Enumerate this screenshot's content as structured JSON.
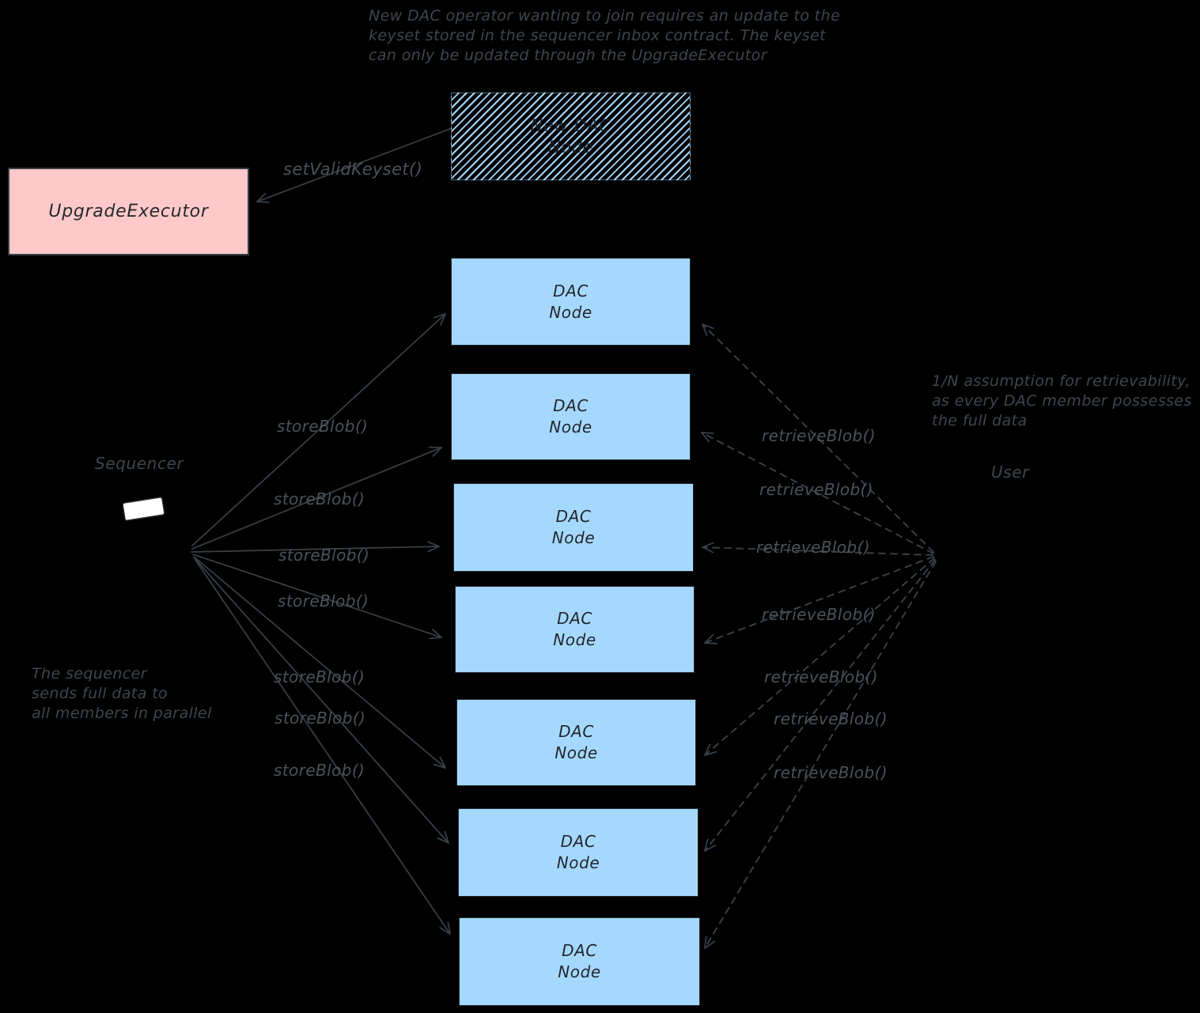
{
  "colors": {
    "background": "#000000",
    "dac_node_fill": "#a5d8ff",
    "new_dac_node_hatch": "#a5d8ff",
    "upgrade_executor_fill": "#ffc9c9",
    "sequencer_shape_fill": "#ffffff",
    "arrow_stroke": "#3a4147",
    "annotation_text": "#4b5259",
    "box_text": "#22262b"
  },
  "top_note": {
    "lines": [
      "New DAC operator wanting to join requires an update to the",
      "keyset stored in the sequencer inbox contract. The keyset",
      "can only be updated through the UpgradeExecutor"
    ]
  },
  "new_dac_node": {
    "lines": [
      "New DAC",
      "Node"
    ]
  },
  "upgrade_executor_label": "UpgradeExecutor",
  "set_valid_keyset_label": "setValidKeyset()",
  "sequencer_label": "Sequencer",
  "sequencer_note": {
    "lines": [
      "The sequencer",
      "sends full data to",
      "all members in parallel"
    ]
  },
  "user_label": "User",
  "user_note": {
    "lines": [
      "1/N assumption for retrievability,",
      "as every DAC member possesses",
      "the full data"
    ]
  },
  "dac_nodes": [
    {
      "lines": [
        "DAC",
        "Node"
      ]
    },
    {
      "lines": [
        "DAC",
        "Node"
      ]
    },
    {
      "lines": [
        "DAC",
        "Node"
      ]
    },
    {
      "lines": [
        "DAC",
        "Node"
      ]
    },
    {
      "lines": [
        "DAC",
        "Node"
      ]
    },
    {
      "lines": [
        "DAC",
        "Node"
      ]
    },
    {
      "lines": [
        "DAC",
        "Node"
      ]
    }
  ],
  "store_calls": [
    "storeBlob()",
    "storeBlob()",
    "storeBlob()",
    "storeBlob()",
    "storeBlob()",
    "storeBlob()",
    "storeBlob()"
  ],
  "retrieve_calls": [
    "retrieveBlob()",
    "retrieveBlob()",
    "retrieveBlob()",
    "retrieveBlob()",
    "retrieveBlob()",
    "retrieveBlob()",
    "retrieveBlob()"
  ]
}
